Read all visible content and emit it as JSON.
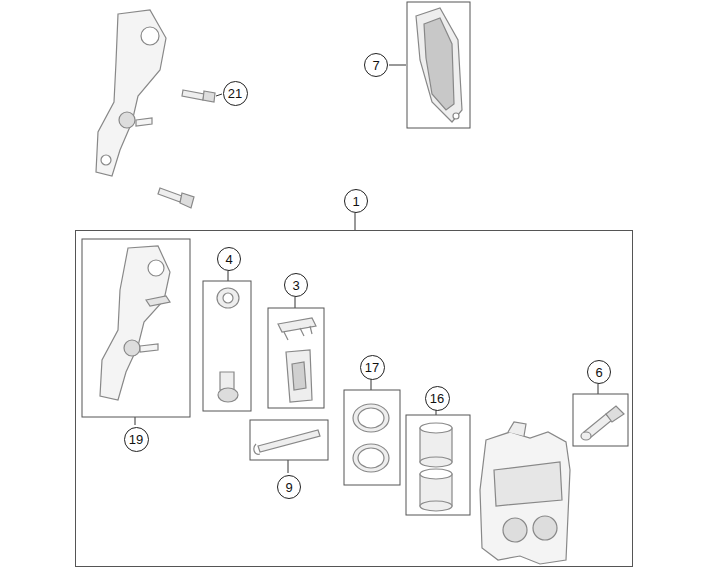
{
  "diagram": {
    "nodes": [
      {
        "text": [
          "7"
        ]
      },
      {
        "text": [
          "21"
        ]
      },
      {
        "text": [
          "1"
        ]
      },
      {
        "text": [
          "4"
        ],
        "in": 2
      },
      {
        "text": [
          "3"
        ],
        "in": 2
      },
      {
        "text": [
          "17"
        ],
        "in": 2
      },
      {
        "text": [
          "6"
        ],
        "in": 2
      },
      {
        "text": [
          "16"
        ],
        "in": 2
      },
      {
        "text": [
          "19"
        ],
        "in": 2
      },
      {
        "text": [
          "9"
        ],
        "in": 2
      }
    ]
  }
}
